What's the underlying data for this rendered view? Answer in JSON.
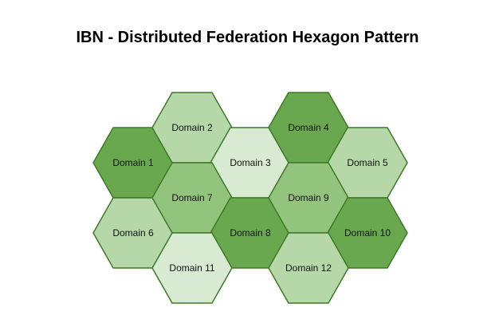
{
  "title": "IBN - Distributed Federation Hexagon Pattern",
  "colors": {
    "stroke": "#3d7a26",
    "dark": "#6aa84f",
    "medium": "#93c47d",
    "light": "#b6d7a8",
    "lightest": "#d9ead3"
  },
  "hexagons": [
    {
      "label": "Domain 1",
      "shade": "dark"
    },
    {
      "label": "Domain 2",
      "shade": "light"
    },
    {
      "label": "Domain 3",
      "shade": "lightest"
    },
    {
      "label": "Domain 4",
      "shade": "dark"
    },
    {
      "label": "Domain 5",
      "shade": "light"
    },
    {
      "label": "Domain 6",
      "shade": "light"
    },
    {
      "label": "Domain 7",
      "shade": "medium"
    },
    {
      "label": "Domain 8",
      "shade": "dark"
    },
    {
      "label": "Domain 9",
      "shade": "medium"
    },
    {
      "label": "Domain 10",
      "shade": "dark"
    },
    {
      "label": "Domain 11",
      "shade": "lightest"
    },
    {
      "label": "Domain 12",
      "shade": "light"
    }
  ]
}
